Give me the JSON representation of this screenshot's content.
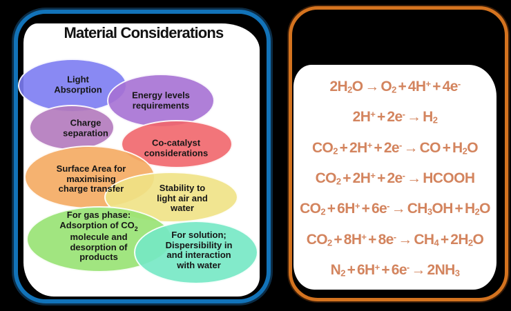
{
  "left_panel": {
    "title": "Material Considerations",
    "border_color": "#1273b9",
    "ellipses": [
      {
        "id": "light-absorption",
        "label": "Light\nAbsorption",
        "color": "#7c7cf2"
      },
      {
        "id": "energy-levels",
        "label": "Energy levels\nrequirements",
        "color": "#a671d4"
      },
      {
        "id": "charge-separation",
        "label": "Charge\nseparation",
        "color": "#b279bd"
      },
      {
        "id": "co-catalyst",
        "label": "Co-catalyst\nconsiderations",
        "color": "#f1666c"
      },
      {
        "id": "surface-area",
        "label": "Surface Area for\nmaximising\ncharge transfer",
        "color": "#f4aa60"
      },
      {
        "id": "stability",
        "label": "Stability to\nlight air and\nwater",
        "color": "#efe285"
      },
      {
        "id": "gas-phase",
        "label": "For gas phase:\nAdsorption of CO_2\nmolecule and\ndesorption of\nproducts",
        "color": "#97e272"
      },
      {
        "id": "solution",
        "label": "For solution;\nDispersibility in\nand interaction\nwith water",
        "color": "#74e8c4"
      }
    ]
  },
  "right_panel": {
    "border_color": "#d4731f",
    "text_color": "#d3845e",
    "equations": [
      "2H_2O → O_2 + 4H^+ + 4e^-",
      "2H^+ + 2e^- → H_2",
      "CO_2 + 2H^+ + 2e^- → CO + H_2O",
      "CO_2 + 2H^+ + 2e^- → HCOOH",
      "CO_2 + 6H^+ + 6e^- → CH_3OH + H_2O",
      "CO_2 + 8H^+ + 8e^- → CH_4 + 2H_2O",
      "N_2 + 6H^+ + 6e^- → 2NH_3"
    ]
  }
}
